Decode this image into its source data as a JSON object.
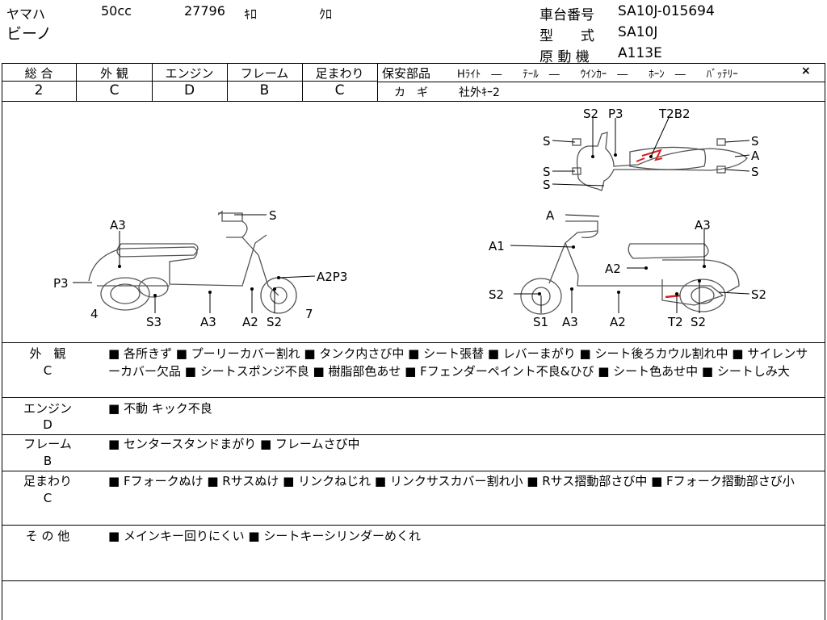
{
  "header": {
    "maker": "ヤマハ",
    "model": "ビーノ",
    "displacement": "50cc",
    "mileage": "27796",
    "mileage_unit": "ｷﾛ",
    "color": "ｸﾛ",
    "frame_no_label": "車台番号",
    "frame_no": "SA10J-015694",
    "type_label": "型　　式",
    "type": "SA10J",
    "engine_label": "原 動 機",
    "engine": "A113E"
  },
  "grades": {
    "headers": [
      "総 合",
      "外 観",
      "エンジン",
      "フレーム",
      "足まわり"
    ],
    "values": [
      "2",
      "C",
      "D",
      "B",
      "C"
    ]
  },
  "safety": {
    "label": "保安部品",
    "items": "Hﾗｲﾄ　―　　ﾃｰﾙ　―　　ｳｲﾝｶｰ　―　　ﾎｰﾝ　―　　ﾊﾞｯﾃﾘｰ",
    "battery_mark": "×",
    "key_label": "カ　ギ",
    "key_value": "社外ｷｰ2"
  },
  "diagram_labels": {
    "top": [
      "S2",
      "P3",
      "T2B2",
      "S",
      "S",
      "S",
      "S",
      "S",
      "A"
    ],
    "left": [
      "A3",
      "S",
      "P3",
      "A2P3",
      "4",
      "S3",
      "A3",
      "A2",
      "S2",
      "7"
    ],
    "right": [
      "A",
      "A3",
      "A1",
      "A2",
      "S2",
      "S2",
      "S1",
      "A3",
      "A2",
      "T2",
      "S2"
    ]
  },
  "sections": [
    {
      "label": "外　観",
      "grade": "C",
      "text": "■ 各所きず ■ プーリーカバー割れ ■ タンク内さび中 ■ シート張替 ■ レバーまがり ■ シート後ろカウル割れ中 ■ サイレンサーカバー欠品 ■ シートスポンジ不良 ■ 樹脂部色あせ ■ Fフェンダーペイント不良&ひび ■ シート色あせ中 ■ シートしみ大"
    },
    {
      "label": "エンジン",
      "grade": "D",
      "text": "■ 不動 キック不良"
    },
    {
      "label": "フレーム",
      "grade": "B",
      "text": "■ センタースタンドまがり ■ フレームさび中"
    },
    {
      "label": "足まわり",
      "grade": "C",
      "text": "■ Fフォークぬけ ■ Rサスぬけ ■ リンクねじれ ■ リンクサスカバー割れ小 ■ Rサス摺動部さび中 ■ Fフォーク摺動部さび小"
    },
    {
      "label": "そ の 他",
      "grade": "",
      "text": "■ メインキー回りにくい ■ シートキーシリンダーめくれ"
    }
  ],
  "colors": {
    "damage_mark": "#d62020",
    "line": "#000000",
    "scooter_stroke": "#555555"
  }
}
